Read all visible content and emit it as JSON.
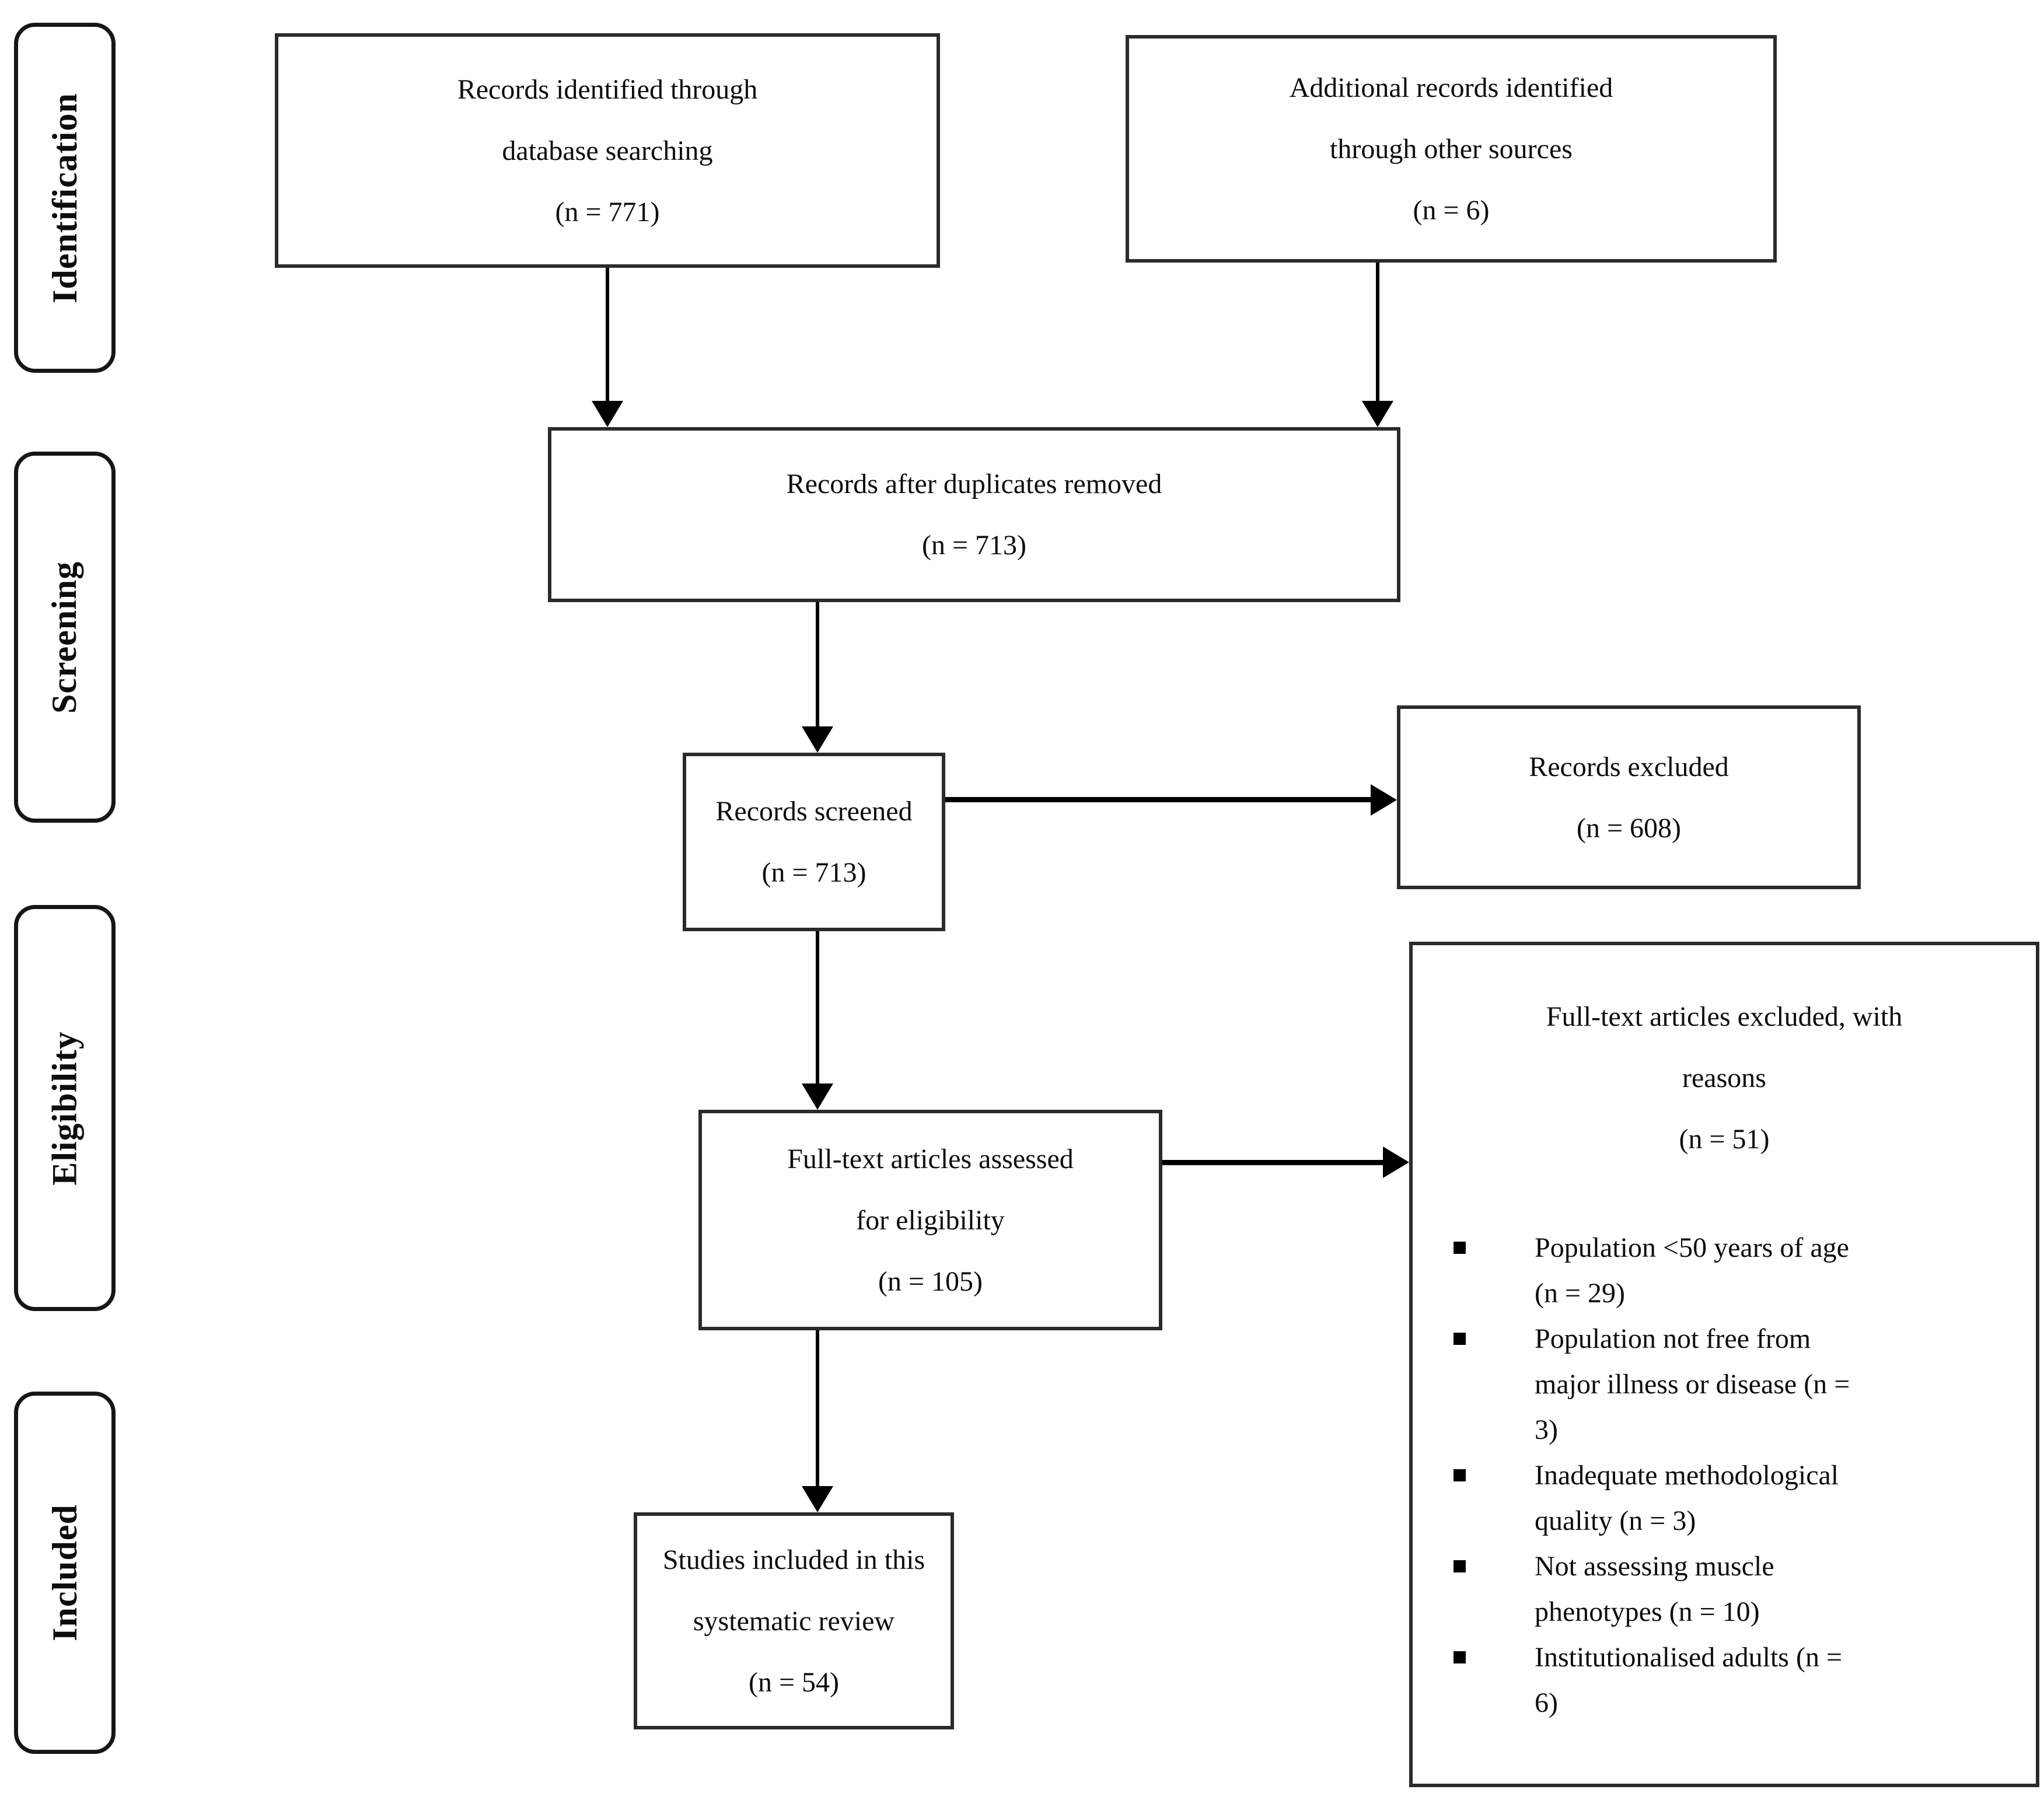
{
  "colors": {
    "background": "#ffffff",
    "box_border": "#2b2b2b",
    "sidebar_border": "#161616",
    "text": "#0d0d0d",
    "arrow": "#000000"
  },
  "sidebar": {
    "stages": [
      {
        "label": "Identification"
      },
      {
        "label": "Screening"
      },
      {
        "label": "Eligibility"
      },
      {
        "label": "Included"
      }
    ]
  },
  "flow": {
    "identified": {
      "text": "Records identified through\ndatabase searching\n(n = 771)"
    },
    "other_sources": {
      "text": "Additional records identified\nthrough other sources\n(n = 6)"
    },
    "after_duplicates": {
      "text": "Records after duplicates removed\n(n = 713)"
    },
    "screened": {
      "text": "Records screened\n(n = 713)"
    },
    "records_excluded": {
      "text": "Records excluded\n(n = 608)"
    },
    "fulltext_assessed": {
      "text": "Full-text articles assessed\nfor eligibility\n(n = 105)"
    },
    "fulltext_excluded": {
      "header": "Full-text articles excluded, with\nreasons\n(n = 51)",
      "reasons": [
        {
          "text": "Population <50 years of age\n(n = 29)"
        },
        {
          "text": "Population not free from\nmajor illness or disease (n =\n3)"
        },
        {
          "text": "Inadequate methodological\nquality (n = 3)"
        },
        {
          "text": "Not assessing muscle\nphenotypes (n = 10)"
        },
        {
          "text": "Institutionalised adults (n =\n6)"
        }
      ]
    },
    "included_studies": {
      "text": "Studies included in this\nsystematic review\n(n = 54)"
    }
  },
  "counts": {
    "identified": 771,
    "other_sources": 6,
    "after_duplicates": 713,
    "screened": 713,
    "records_excluded": 608,
    "fulltext_assessed": 105,
    "fulltext_excluded": 51,
    "included": 54
  }
}
